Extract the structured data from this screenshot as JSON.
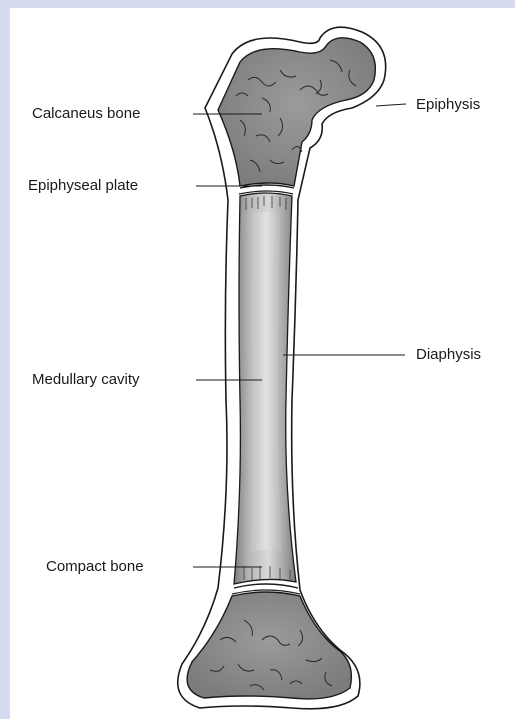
{
  "labels": {
    "calcaneus_bone": "Calcaneus bone",
    "epiphyseal_plate": "Epiphyseal plate",
    "medullary_cavity": "Medullary cavity",
    "compact_bone": "Compact bone",
    "epiphysis": "Epiphysis",
    "diaphysis": "Diaphysis"
  },
  "colors": {
    "background": "#d5dcef",
    "panel": "#ffffff",
    "bone_fill": "#8f8f8f",
    "outline": "#1a1a1a"
  }
}
